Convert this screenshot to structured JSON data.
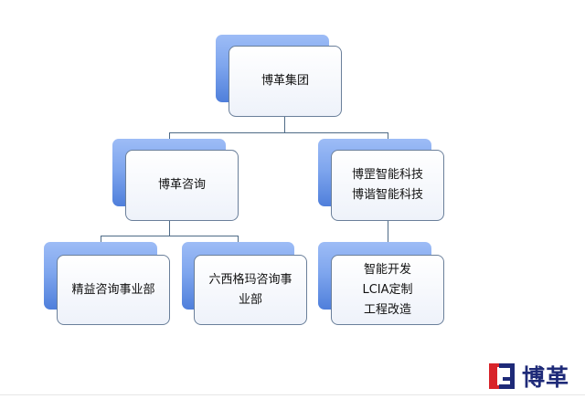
{
  "diagram": {
    "type": "org-chart",
    "colors": {
      "shadow_box_top": "#9dbcf6",
      "shadow_box_bottom": "#4f7fdb",
      "front_box_bg": "#f3f6fc",
      "border": "#6a7f9a",
      "connector": "#4e6a86"
    },
    "root": {
      "lines": [
        "博革集团"
      ]
    },
    "level2": [
      {
        "lines": [
          "博革咨询"
        ]
      },
      {
        "lines": [
          "博罡智能科技",
          "博谐智能科技"
        ]
      }
    ],
    "level3": [
      {
        "parent": "博革咨询",
        "lines": [
          "精益咨询事业部"
        ]
      },
      {
        "parent": "博革咨询",
        "lines": [
          "六西格玛咨询事",
          "业部"
        ]
      },
      {
        "parent": "博罡智能科技",
        "lines": [
          "智能开发",
          "LCIA定制",
          "工程改造"
        ]
      }
    ]
  },
  "logo": {
    "text": "博革",
    "mark_colors": {
      "left": "#d8242a",
      "right": "#1e2a78"
    }
  }
}
